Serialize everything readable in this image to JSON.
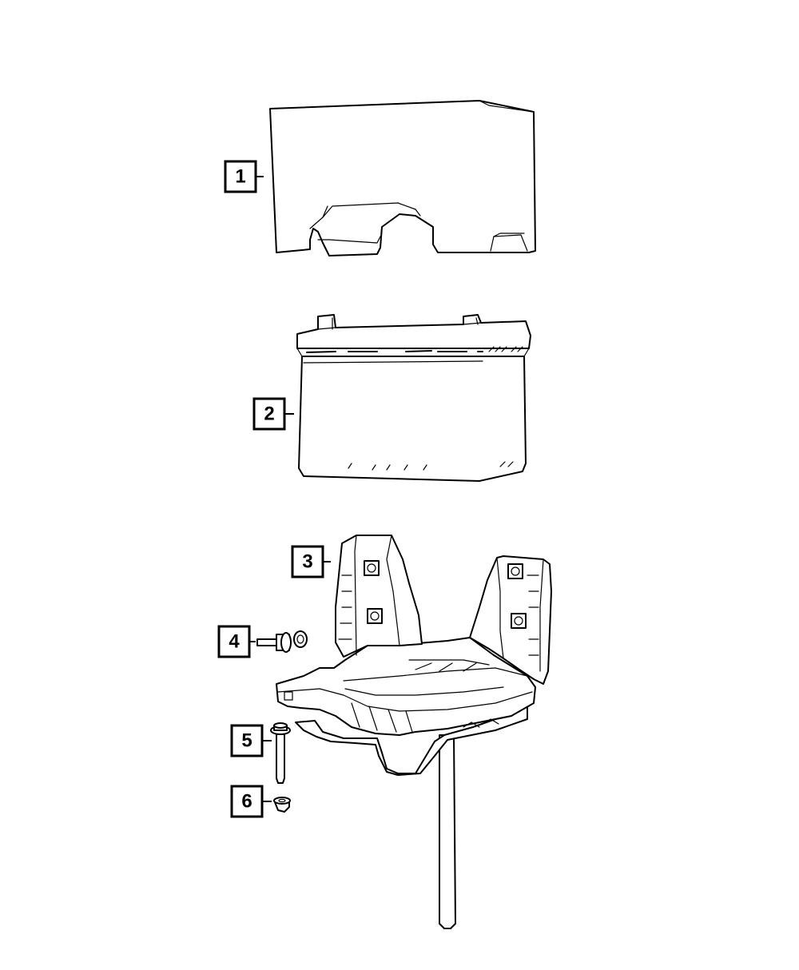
{
  "callouts": [
    {
      "id": "1",
      "label": "1",
      "part": "battery-cover"
    },
    {
      "id": "2",
      "label": "2",
      "part": "battery"
    },
    {
      "id": "3",
      "label": "3",
      "part": "battery-tray"
    },
    {
      "id": "4",
      "label": "4",
      "part": "bolt-with-washer"
    },
    {
      "id": "5",
      "label": "5",
      "part": "bolt"
    },
    {
      "id": "6",
      "label": "6",
      "part": "nut"
    }
  ]
}
